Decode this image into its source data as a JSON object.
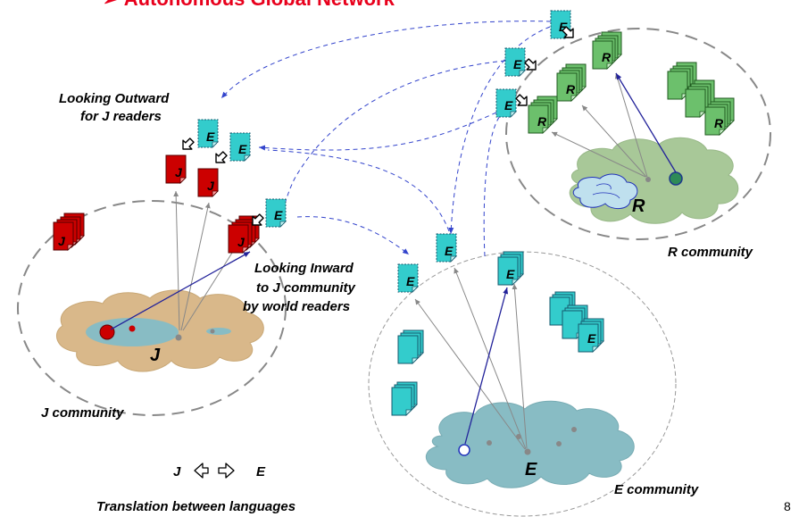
{
  "title": "➢ Autonomous Global Network",
  "page_number": "8",
  "labels": {
    "looking_outward_1": "Looking Outward",
    "looking_outward_2": "for J readers",
    "looking_inward_1": "Looking Inward",
    "looking_inward_2": "to J community",
    "looking_inward_3": "by world readers",
    "j_community": "J community",
    "r_community": "R community",
    "e_community": "E community",
    "translation_caption": "Translation between languages"
  },
  "legend": {
    "left": "J",
    "right": "E"
  },
  "clouds": {
    "j": "J",
    "r": "R",
    "e": "E"
  },
  "doc_letters": {
    "j": "J",
    "r": "R",
    "e": "E"
  },
  "colors": {
    "title": "#e8001c",
    "j_doc": "#cc0000",
    "r_doc": "#6cc06c",
    "e_doc": "#33cccc",
    "j_cloud": "#d9b88a",
    "r_cloud": "#a8c898",
    "e_cloud": "#88bcc4",
    "link_dashed": "#3344cc",
    "link_solid": "#22229a",
    "link_gray": "#888888"
  }
}
